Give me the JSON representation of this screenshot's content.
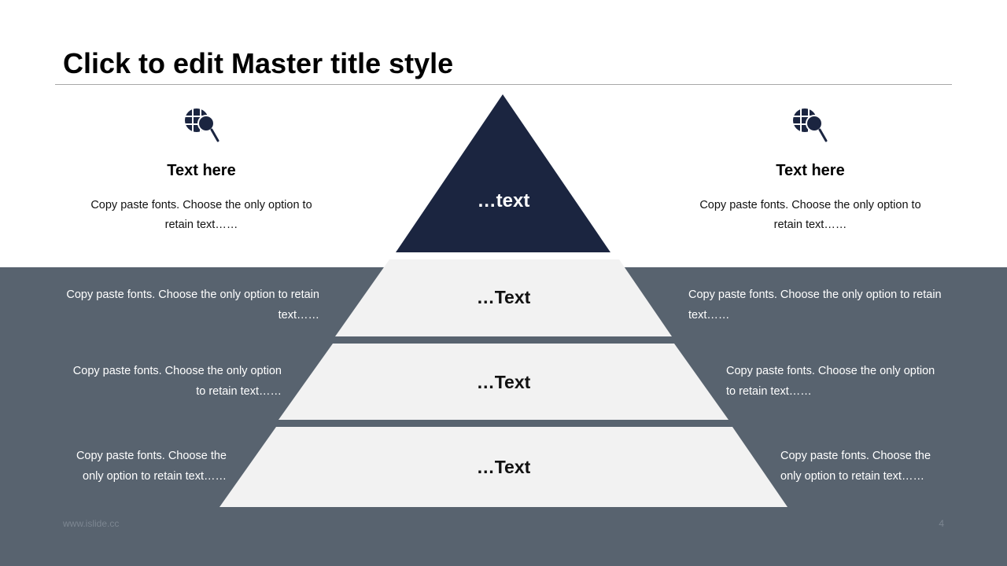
{
  "slide": {
    "title": "Click to edit Master title style",
    "footer_url": "www.islide.cc",
    "page_number": "4"
  },
  "colors": {
    "background": "#ffffff",
    "band": "#58636f",
    "pyramid_top": "#1b2540",
    "pyramid_tier": "#f2f2f2",
    "icon": "#1b2540",
    "footer_text": "#7c8691"
  },
  "features": [
    {
      "icon": "globe-search-icon",
      "heading": "Text here",
      "text": "Copy paste fonts. Choose the only option to retain text……"
    },
    {
      "icon": "globe-search-icon",
      "heading": "Text here",
      "text": "Copy paste fonts. Choose the only option to retain text……"
    }
  ],
  "pyramid": {
    "levels": [
      "…text",
      "…Text",
      "…Text",
      "…Text"
    ]
  },
  "side_notes": {
    "left": [
      "Copy paste fonts. Choose the only option to retain text……",
      "Copy paste fonts. Choose the only option to retain text……",
      "Copy paste fonts. Choose the only option to retain text……"
    ],
    "right": [
      "Copy paste fonts. Choose the only option to retain text……",
      "Copy paste fonts. Choose the only option to retain text……",
      "Copy paste fonts. Choose the only option to retain text……"
    ]
  }
}
